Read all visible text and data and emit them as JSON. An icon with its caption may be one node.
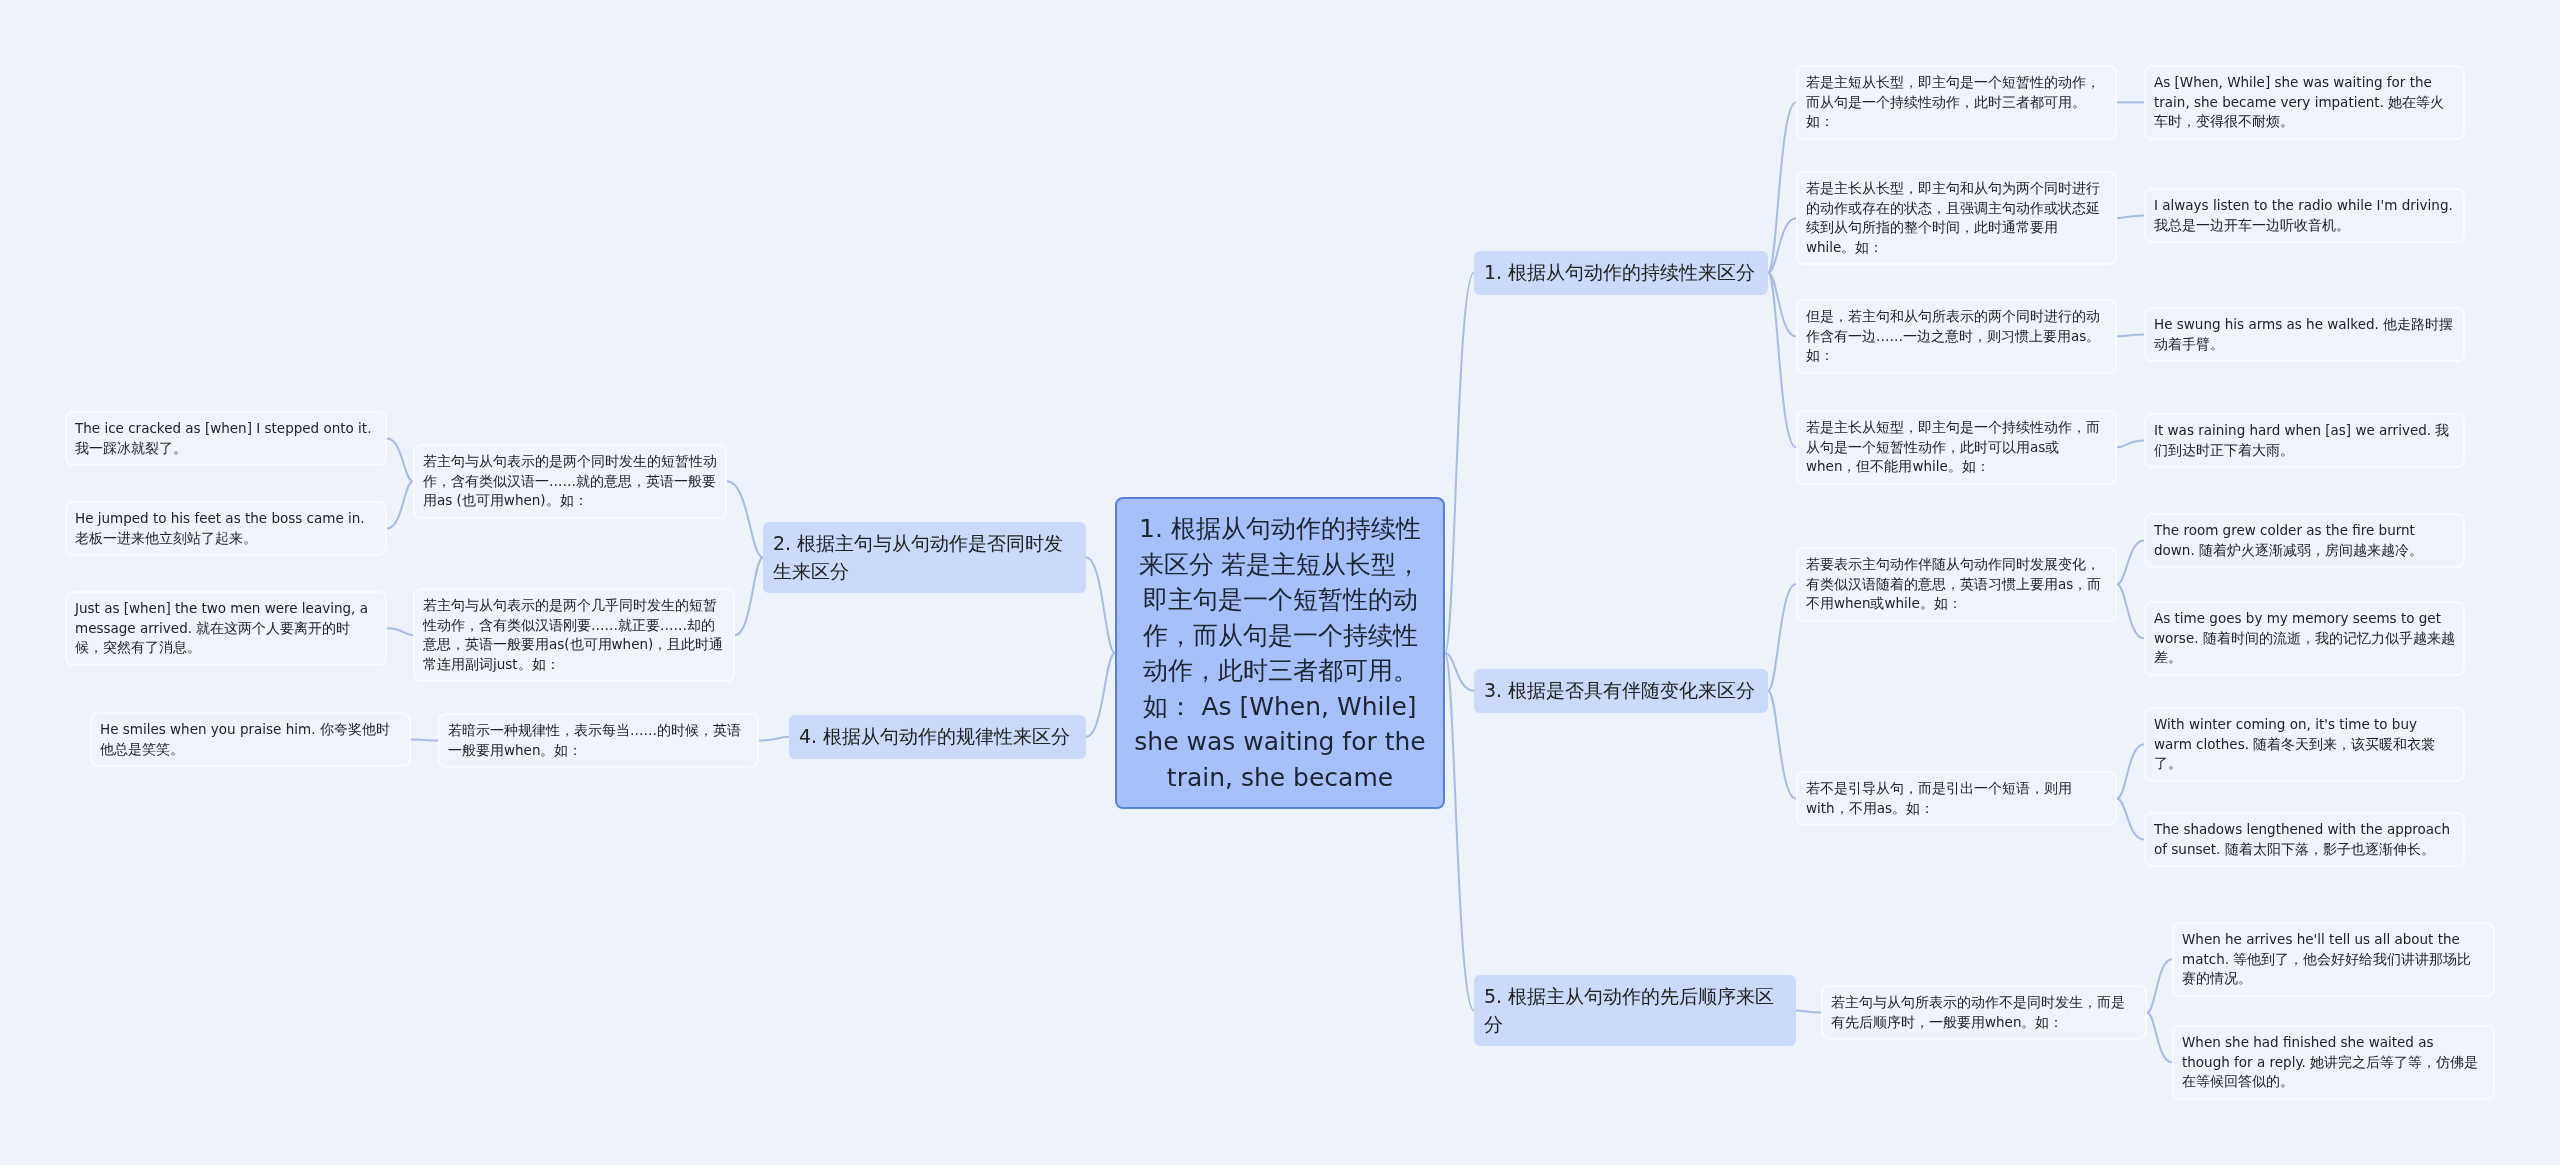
{
  "diagram": {
    "nodes": [
      {
        "text": [
          "1. 根据从句动作的持续性来区分 若是主短从长型，即主句是一个短暂性的动作，而从句是一个持续性动作，此时三者都可用。如： As [When, While] she was waiting for the train, she became"
        ]
      },
      {
        "text": [
          "1. 根据从句动作的持续性来区分"
        ]
      },
      {
        "text": [
          "若是主短从长型，即主句是一个短暂性的动作，而从句是一个持续性动作，此时三者都可用。如："
        ]
      },
      {
        "text": [
          "若是主长从长型，即主句和从句为两个同时进行的动作或存在的状态，且强调主句动作或状态延续到从句所指的整个时间，此时通常要用while。如："
        ]
      },
      {
        "text": [
          "但是，若主句和从句所表示的两个同时进行的动作含有一边……一边之意时，则习惯上要用as。如："
        ]
      },
      {
        "text": [
          "若是主长从短型，即主句是一个持续性动作，而从句是一个短暂性动作，此时可以用as或when，但不能用while。如："
        ]
      },
      {
        "text": [
          "As [When, While] she was waiting for the train, she became very impatient. 她在等火车时，变得很不耐烦。"
        ]
      },
      {
        "text": [
          "I always listen to the radio while I'm driving. 我总是一边开车一边听收音机。"
        ]
      },
      {
        "text": [
          "He swung his arms as he walked. 他走路时摆动着手臂。"
        ]
      },
      {
        "text": [
          "It was raining hard when [as] we arrived. 我们到达时正下着大雨。"
        ]
      },
      {
        "text": [
          "3. 根据是否具有伴随变化来区分"
        ]
      },
      {
        "text": [
          "若要表示主句动作伴随从句动作同时发展变化，有类似汉语随着的意思，英语习惯上要用as，而不用when或while。如："
        ]
      },
      {
        "text": [
          "若不是引导从句，而是引出一个短语，则用with，不用as。如："
        ]
      },
      {
        "text": [
          "The room grew colder as the fire burnt down. 随着炉火逐渐减弱，房间越来越冷。"
        ]
      },
      {
        "text": [
          "As time goes by my memory seems to get worse. 随着时间的流逝，我的记忆力似乎越来越差。"
        ]
      },
      {
        "text": [
          "With winter coming on, it's time to buy warm clothes. 随着冬天到来，该买暖和衣裳了。"
        ]
      },
      {
        "text": [
          "The shadows lengthened with the approach of sunset. 随着太阳下落，影子也逐渐伸长。"
        ]
      },
      {
        "text": [
          "5. 根据主从句动作的先后顺序来区分"
        ]
      },
      {
        "text": [
          "若主句与从句所表示的动作不是同时发生，而是有先后顺序时，一般要用when。如："
        ]
      },
      {
        "text": [
          "When he arrives he'll tell us all about the match. 等他到了，他会好好给我们讲讲那场比赛的情况。"
        ]
      },
      {
        "text": [
          "When she had finished she waited as though for a reply. 她讲完之后等了等，仿佛是在等候回答似的。"
        ]
      },
      {
        "text": [
          "2. 根据主句与从句动作是否同时发生来区分"
        ]
      },
      {
        "text": [
          "若主句与从句表示的是两个同时发生的短暂性动作，含有类似汉语一……就的意思，英语一般要用as (也可用when)。如："
        ]
      },
      {
        "text": [
          "若主句与从句表示的是两个几乎同时发生的短暂性动作，含有类似汉语刚要……就正要……却的意思，英语一般要用as(也可用when)，且此时通常连用副词just。如："
        ]
      },
      {
        "text": [
          "The ice cracked as [when] I stepped onto it. 我一踩冰就裂了。"
        ]
      },
      {
        "text": [
          "He jumped to his feet as the boss came in. 老板一进来他立刻站了起来。"
        ]
      },
      {
        "text": [
          "Just as [when] the two men were leaving, a message arrived. 就在这两个人要离开的时候，突然有了消息。"
        ]
      },
      {
        "text": [
          "4. 根据从句动作的规律性来区分"
        ]
      },
      {
        "text": [
          "若暗示一种规律性，表示每当……的时候，英语一般要用when。如："
        ]
      },
      {
        "text": [
          "He smiles when you praise him. 你夸奖他时他总是笑笑。"
        ]
      }
    ],
    "edges": [
      {
        "from": 0,
        "to": 1,
        "arrow": "none"
      },
      {
        "from": 0,
        "to": 10,
        "arrow": "none"
      },
      {
        "from": 0,
        "to": 17,
        "arrow": "none"
      },
      {
        "from": 0,
        "to": 21,
        "arrow": "none"
      },
      {
        "from": 0,
        "to": 27,
        "arrow": "none"
      },
      {
        "from": 1,
        "to": 2,
        "arrow": "none"
      },
      {
        "from": 1,
        "to": 3,
        "arrow": "none"
      },
      {
        "from": 1,
        "to": 4,
        "arrow": "none"
      },
      {
        "from": 1,
        "to": 5,
        "arrow": "none"
      },
      {
        "from": 2,
        "to": 6,
        "arrow": "none"
      },
      {
        "from": 3,
        "to": 7,
        "arrow": "none"
      },
      {
        "from": 4,
        "to": 8,
        "arrow": "none"
      },
      {
        "from": 5,
        "to": 9,
        "arrow": "none"
      },
      {
        "from": 10,
        "to": 11,
        "arrow": "none"
      },
      {
        "from": 10,
        "to": 12,
        "arrow": "none"
      },
      {
        "from": 11,
        "to": 13,
        "arrow": "none"
      },
      {
        "from": 11,
        "to": 14,
        "arrow": "none"
      },
      {
        "from": 12,
        "to": 15,
        "arrow": "none"
      },
      {
        "from": 12,
        "to": 16,
        "arrow": "none"
      },
      {
        "from": 17,
        "to": 18,
        "arrow": "none"
      },
      {
        "from": 18,
        "to": 19,
        "arrow": "none"
      },
      {
        "from": 18,
        "to": 20,
        "arrow": "none"
      },
      {
        "from": 21,
        "to": 22,
        "arrow": "none"
      },
      {
        "from": 21,
        "to": 23,
        "arrow": "none"
      },
      {
        "from": 22,
        "to": 24,
        "arrow": "none"
      },
      {
        "from": 22,
        "to": 25,
        "arrow": "none"
      },
      {
        "from": 23,
        "to": 26,
        "arrow": "none"
      },
      {
        "from": 27,
        "to": 28,
        "arrow": "none"
      },
      {
        "from": 28,
        "to": 29,
        "arrow": "none"
      }
    ]
  }
}
